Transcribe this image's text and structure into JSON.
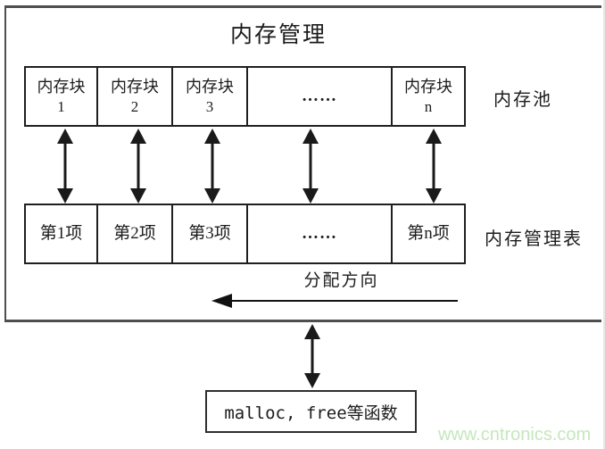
{
  "diagram": {
    "title": "内存管理",
    "memory_pool": {
      "side_label": "内存池",
      "blocks": [
        {
          "line1": "内存块",
          "line2": "1"
        },
        {
          "line1": "内存块",
          "line2": "2"
        },
        {
          "line1": "内存块",
          "line2": "3"
        },
        {
          "line1": "……",
          "line2": ""
        },
        {
          "line1": "内存块",
          "line2": "n"
        }
      ]
    },
    "management_table": {
      "side_label": "内存管理表",
      "entries": [
        "第1项",
        "第2项",
        "第3项",
        "……",
        "第n项"
      ]
    },
    "allocation": {
      "label": "分配方向"
    },
    "function_box": {
      "label": "malloc, free等函数"
    },
    "watermark": "www.cntronics.com",
    "colors": {
      "line": "#1a1a1a",
      "outer_border": "#4f4f4f",
      "watermark_green": "#c5e7bd"
    }
  }
}
